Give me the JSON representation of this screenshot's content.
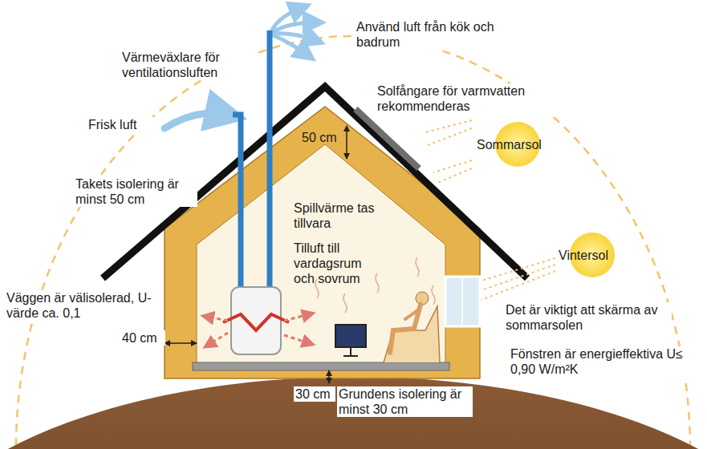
{
  "diagram": {
    "labels": [
      "Värmeväxlare för ventilationsluften",
      "Använd luft från kök och badrum",
      "Solfångare för varmvatten rekommenderas",
      "Frisk luft",
      "50 cm",
      "Sommarsol",
      "Takets isolering är minst 50 cm",
      "Spillvärme tas tillvara",
      "Tilluft till vardagsrum och sovrum",
      "Vintersol",
      "Väggen är välisolerad, U-värde ca. 0,1",
      "Det är viktigt att skärma av sommarsolen",
      "40 cm",
      "Fönstren är energieffektiva U≤ 0,90 W/m²K",
      "30 cm",
      "Grundens isolering är minst 30 cm"
    ]
  }
}
